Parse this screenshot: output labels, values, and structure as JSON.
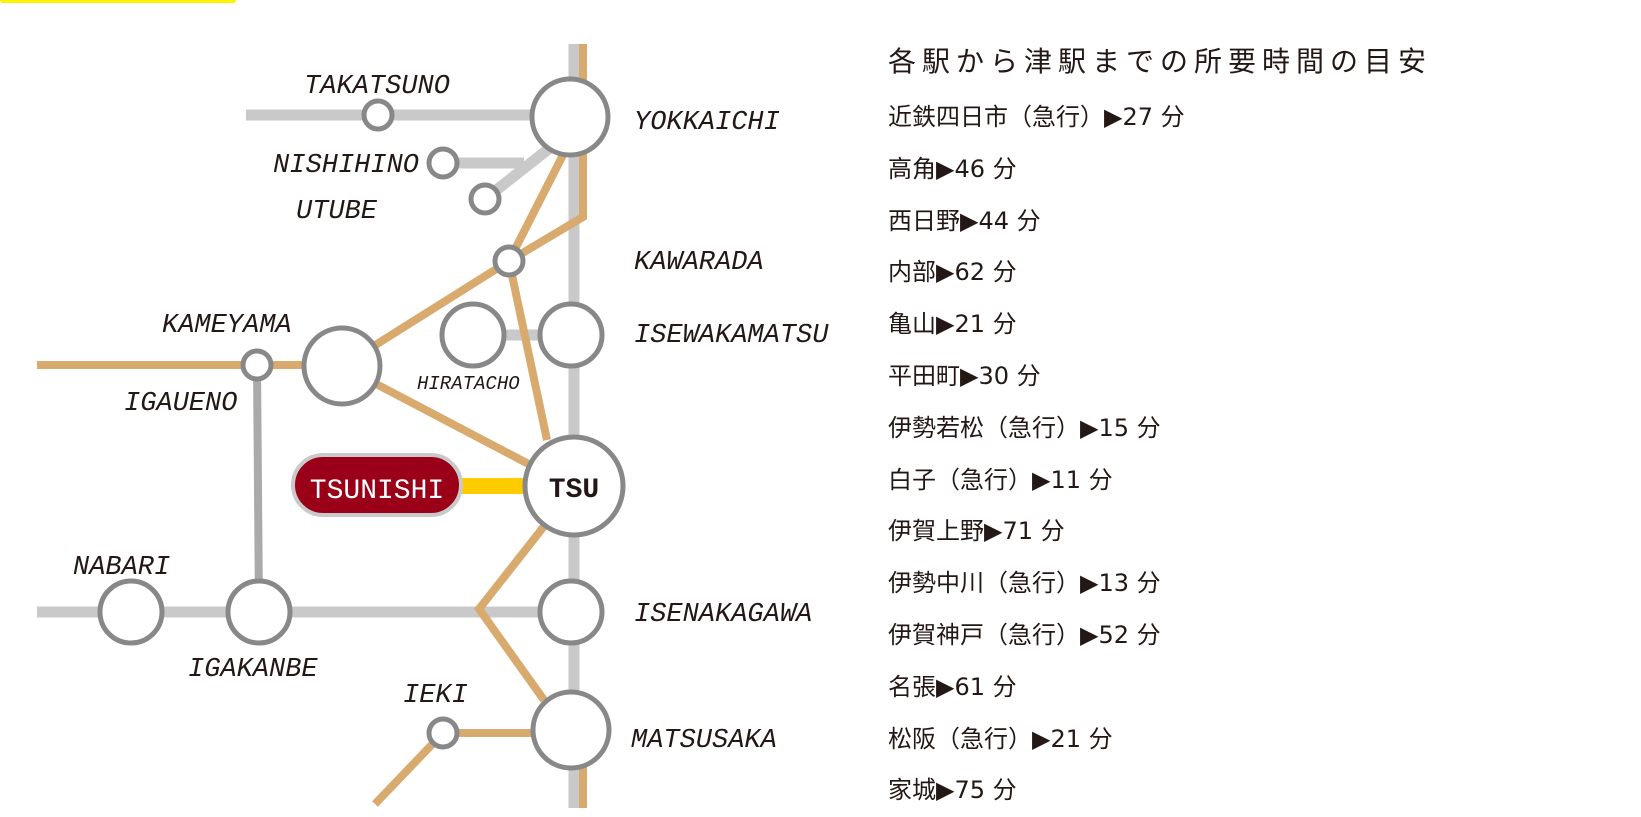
{
  "accent_colors": {
    "highlight_bar": "#fff200",
    "origin_station": "#9b0019",
    "jr_line": "#d9aa6e",
    "kintetsu_line": "#c9c9c9",
    "tsunishi_link": "#ffcc00"
  },
  "map": {
    "origin": "TSUNISHI",
    "hub": "TSU",
    "stations": {
      "takatsuno": "TAKATSUNO",
      "yokkaichi": "YOKKAICHI",
      "nishihino": "NISHIHINO",
      "utube": "UTUBE",
      "kawarada": "KAWARADA",
      "kameyama": "KAMEYAMA",
      "isewakamatsu": "ISEWAKAMATSU",
      "hiratacho": "HIRATACHO",
      "igaueno": "IGAUENO",
      "nabari": "NABARI",
      "igakanbe": "IGAKANBE",
      "isenakagawa": "ISENAKAGAWA",
      "ieki": "IEKI",
      "matsusaka": "MATSUSAKA"
    }
  },
  "times": {
    "title": "各駅から津駅までの所要時間の目安",
    "items": [
      "近鉄四日市（急行）▶27 分",
      "高角▶46 分",
      "西日野▶44 分",
      "内部▶62 分",
      "亀山▶21 分",
      "平田町▶30 分",
      "伊勢若松（急行）▶15 分",
      "白子（急行）▶11 分",
      "伊賀上野▶71 分",
      "伊勢中川（急行）▶13 分",
      "伊賀神戸（急行）▶52 分",
      "名張▶61 分",
      "松阪（急行）▶21 分",
      "家城▶75 分"
    ]
  }
}
